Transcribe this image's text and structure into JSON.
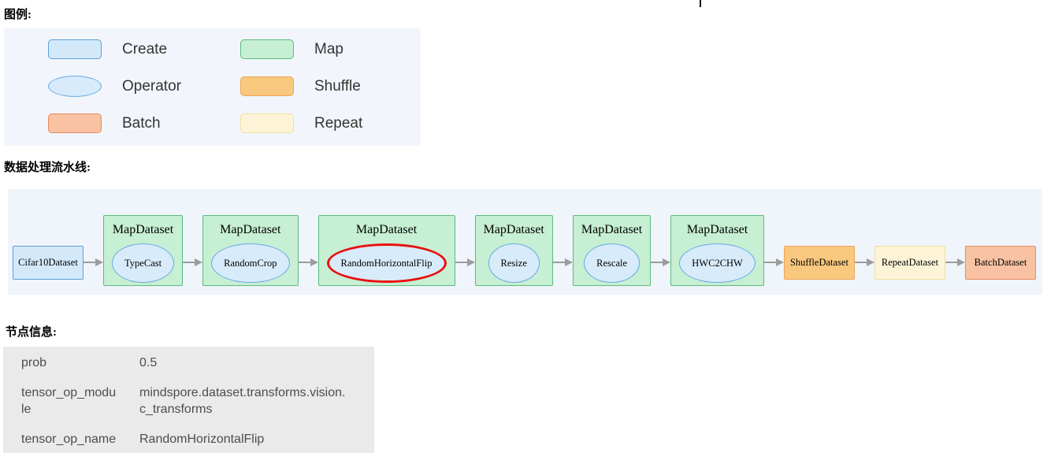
{
  "app": {
    "legend_title": "图例:",
    "pipeline_title": "数据处理流水线:",
    "node_info_title": "节点信息:"
  },
  "colors": {
    "create_fill": "#d3e9fa",
    "create_stroke": "#5b9fd8",
    "operator_fill": "#d8ebfb",
    "operator_stroke": "#66aae2",
    "map_fill": "#c6efd3",
    "map_stroke": "#5dbb7c",
    "shuffle_fill": "#f8c87e",
    "shuffle_stroke": "#f0a455",
    "batch_fill": "#f9c2a2",
    "batch_stroke": "#e98a61",
    "repeat_fill": "#fdf4d8",
    "repeat_stroke": "#f3dfa2",
    "selected_stroke": "#e91010",
    "arrow": "#9c9c9c",
    "legend_panel_bg": "#f2f6fc",
    "pipeline_panel_bg": "#eff5fb",
    "info_panel_bg": "#eaeaea"
  },
  "legend": {
    "items": [
      {
        "label": "Create",
        "shape": "rect",
        "palette": "create"
      },
      {
        "label": "Map",
        "shape": "rect",
        "palette": "map"
      },
      {
        "label": "Operator",
        "shape": "ellipse",
        "palette": "operator"
      },
      {
        "label": "Shuffle",
        "shape": "rect",
        "palette": "shuffle"
      },
      {
        "label": "Batch",
        "shape": "rect",
        "palette": "batch"
      },
      {
        "label": "Repeat",
        "shape": "rect",
        "palette": "repeat"
      }
    ]
  },
  "pipeline": {
    "nodes": [
      {
        "kind": "simple",
        "palette": "create",
        "label": "Cifar10Dataset"
      },
      {
        "kind": "map",
        "title": "MapDataset",
        "operator": "TypeCast"
      },
      {
        "kind": "map",
        "title": "MapDataset",
        "operator": "RandomCrop"
      },
      {
        "kind": "map",
        "title": "MapDataset",
        "operator": "RandomHorizontalFlip",
        "selected": true
      },
      {
        "kind": "map",
        "title": "MapDataset",
        "operator": "Resize"
      },
      {
        "kind": "map",
        "title": "MapDataset",
        "operator": "Rescale"
      },
      {
        "kind": "map",
        "title": "MapDataset",
        "operator": "HWC2CHW"
      },
      {
        "kind": "simple",
        "palette": "shuffle",
        "label": "ShuffleDataset"
      },
      {
        "kind": "simple",
        "palette": "repeat",
        "label": "RepeatDataset"
      },
      {
        "kind": "simple",
        "palette": "batch",
        "label": "BatchDataset"
      }
    ]
  },
  "node_info": {
    "rows": [
      {
        "key": "prob",
        "value": "0.5"
      },
      {
        "key": "tensor_op_module",
        "value": "mindspore.dataset.transforms.vision.c_transforms"
      },
      {
        "key": "tensor_op_name",
        "value": "RandomHorizontalFlip"
      }
    ]
  }
}
